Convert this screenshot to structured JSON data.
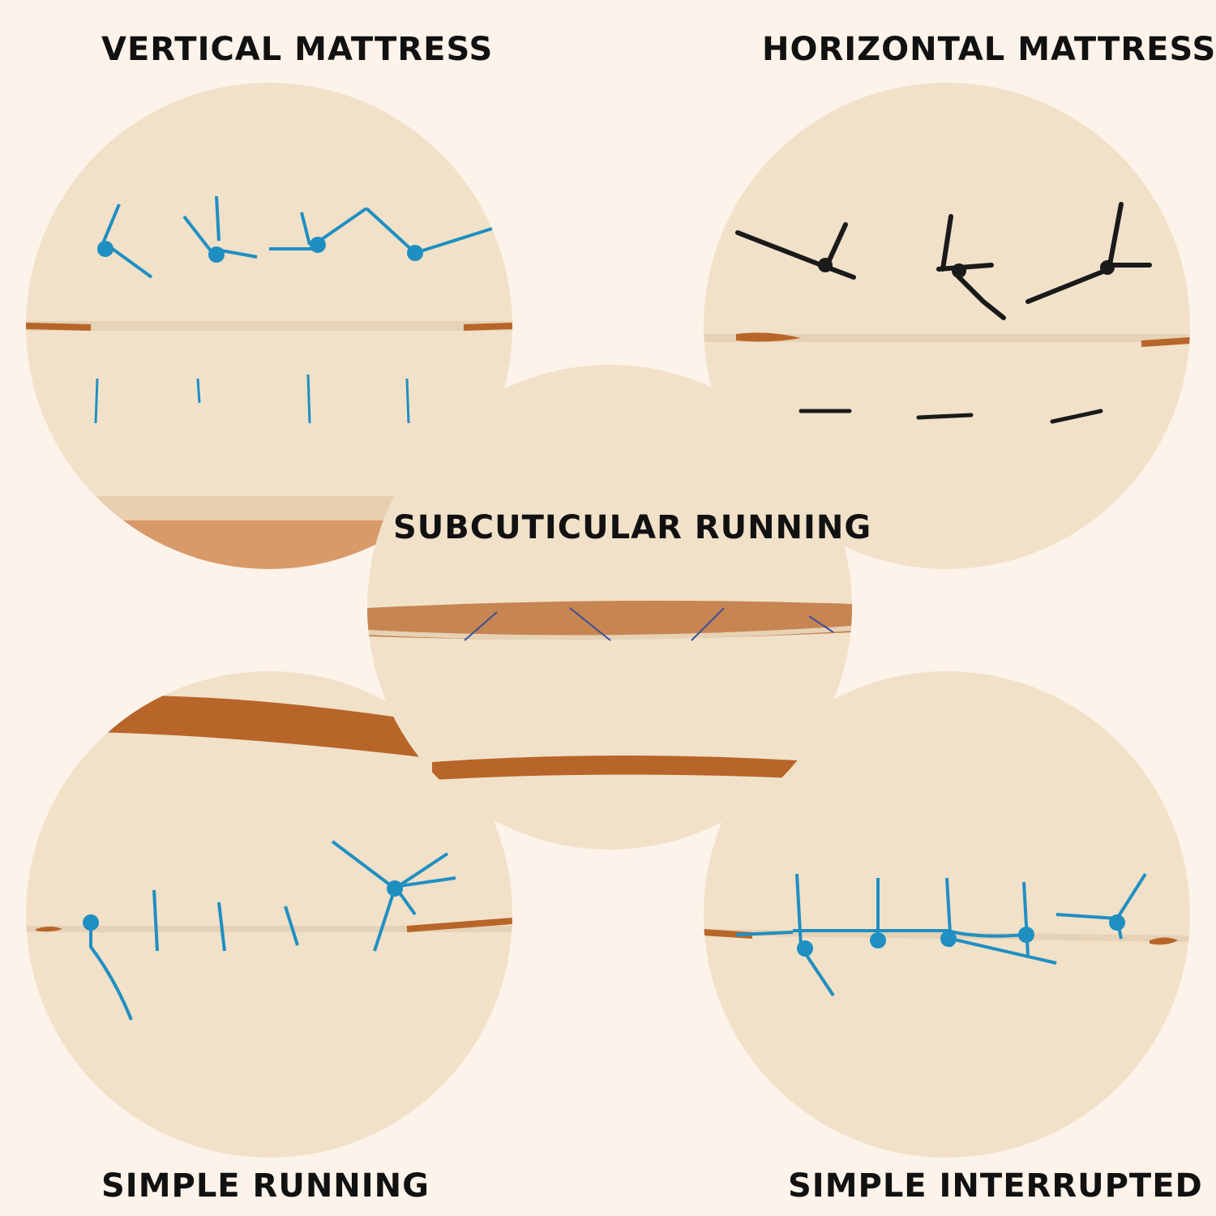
{
  "labels": {
    "vertical_mattress": "VERTICAL MATTRESS",
    "horizontal_mattress": "HORIZONTAL MATTRESS",
    "subcuticular_running": "SUBCUTICULAR RUNNING",
    "simple_running": "SIMPLE RUNNING",
    "simple_interrupted": "SIMPLE INTERRUPTED"
  },
  "colors": {
    "background": "#fdf3ea",
    "skin": "#f1e1c9",
    "skin_shadow": "#e6d2b6",
    "incision": "#b8652a",
    "suture_blue": "#1f8fc2",
    "suture_black": "#1a1a1a"
  }
}
